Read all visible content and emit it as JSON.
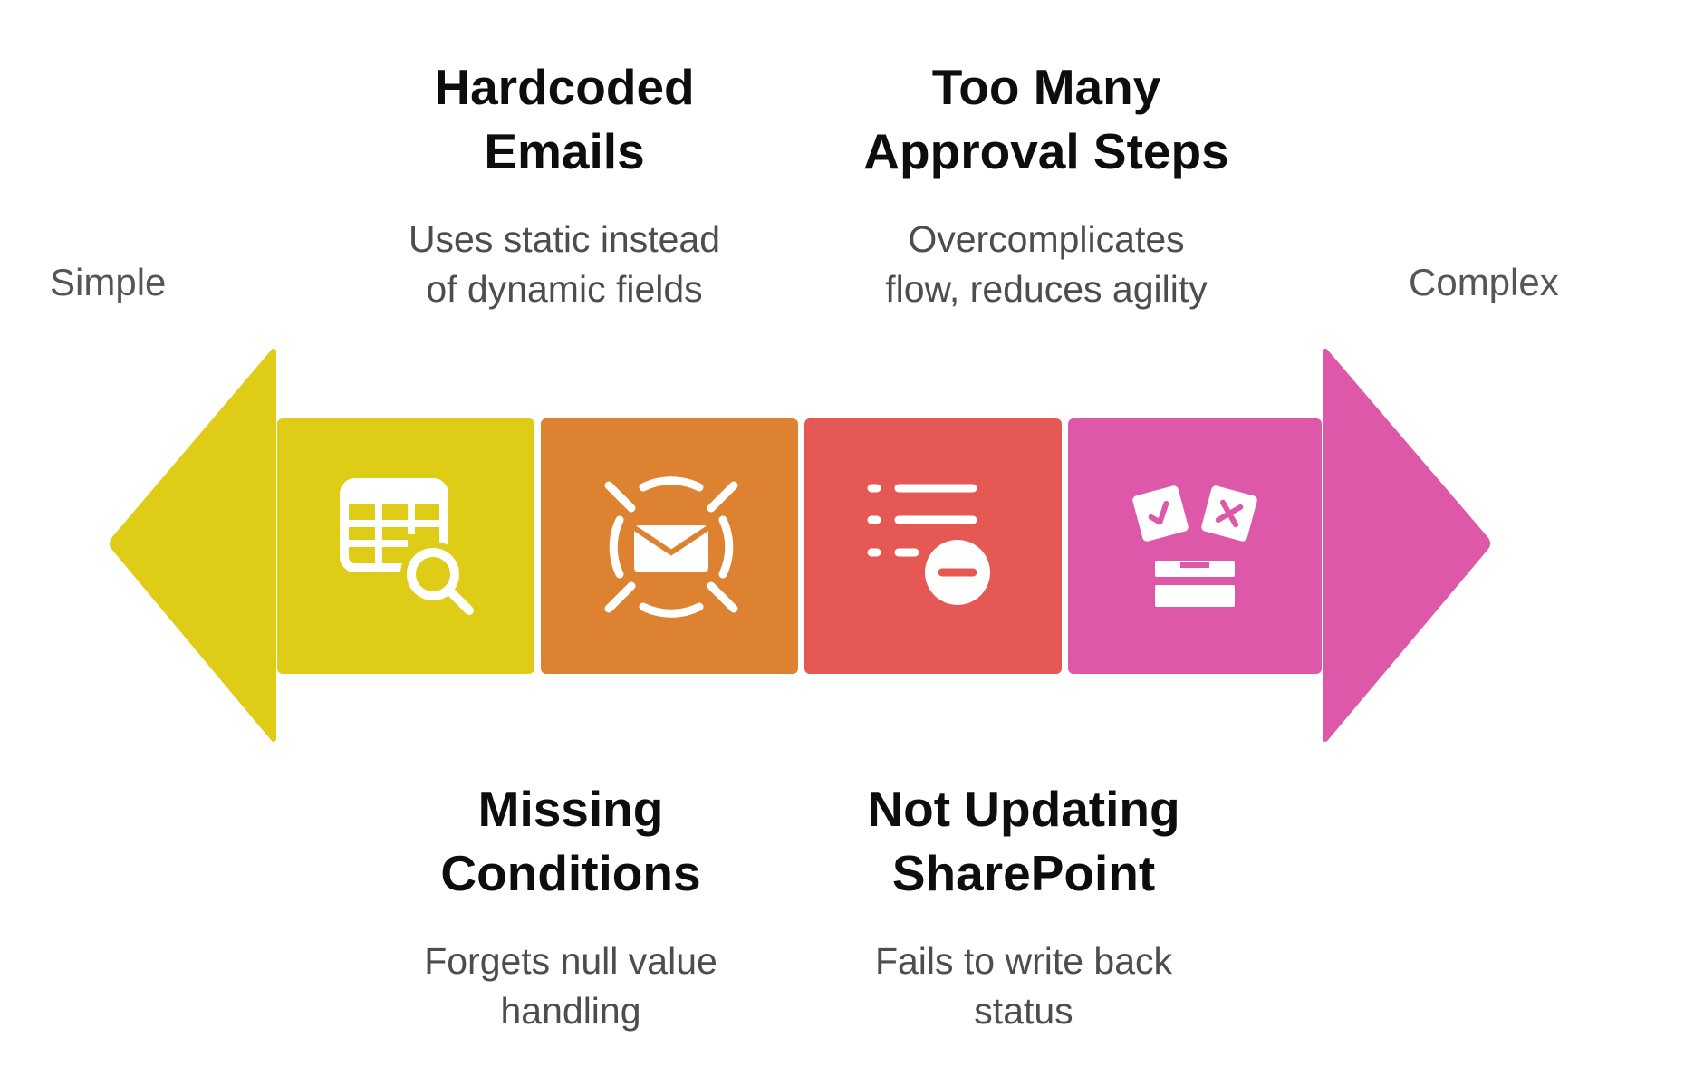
{
  "axis": {
    "left_label": "Simple",
    "right_label": "Complex"
  },
  "items": [
    {
      "title_line1": "Hardcoded",
      "title_line2": "Emails",
      "desc_line1": "Uses static instead",
      "desc_line2": "of dynamic fields",
      "icon": "table-search-icon",
      "color": "#DFCC16"
    },
    {
      "title_line1": "Missing",
      "title_line2": "Conditions",
      "desc_line1": "Forgets null value",
      "desc_line2": "handling",
      "icon": "envelope-target-icon",
      "color": "#DD8231"
    },
    {
      "title_line1": "Not Updating",
      "title_line2": "SharePoint",
      "desc_line1": "Fails to write back",
      "desc_line2": "status",
      "icon": "list-minus-icon",
      "color": "#E55853"
    },
    {
      "title_line1": "Too Many",
      "title_line2": "Approval Steps",
      "desc_line1": "Overcomplicates",
      "desc_line2": "flow, reduces agility",
      "icon": "ballot-box-icon",
      "color": "#DD58A8"
    }
  ],
  "colors": {
    "left_arrow": "#DFCC16",
    "right_arrow": "#DD58A8",
    "icon_fill": "#FFFFFF"
  }
}
